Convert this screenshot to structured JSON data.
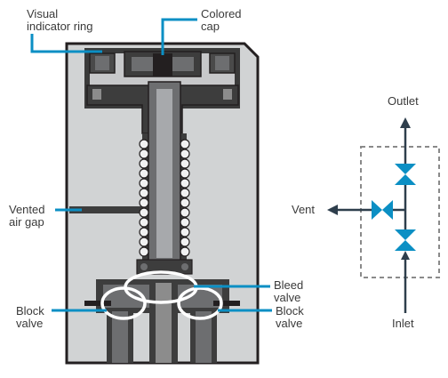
{
  "labels": {
    "visual_indicator_ring": [
      "Visual",
      "indicator ring"
    ],
    "colored_cap": [
      "Colored",
      "cap"
    ],
    "vented_air_gap": [
      "Vented",
      "air gap"
    ],
    "bleed_valve": [
      "Bleed",
      "valve"
    ],
    "block_valve_left": [
      "Block",
      "valve"
    ],
    "block_valve_right": [
      "Block",
      "valve"
    ]
  },
  "schematic": {
    "outlet": "Outlet",
    "vent": "Vent",
    "inlet": "Inlet"
  },
  "colors": {
    "leader_line": "#0b8fc4",
    "valve_symbol": "#0b8fc4",
    "flow_line": "#2e3e4c",
    "body_fill": "#d1d3d4",
    "body_stroke": "#231f20",
    "dark_metal": "#3d3d3d",
    "dashed_box": "#8a8a8a"
  }
}
